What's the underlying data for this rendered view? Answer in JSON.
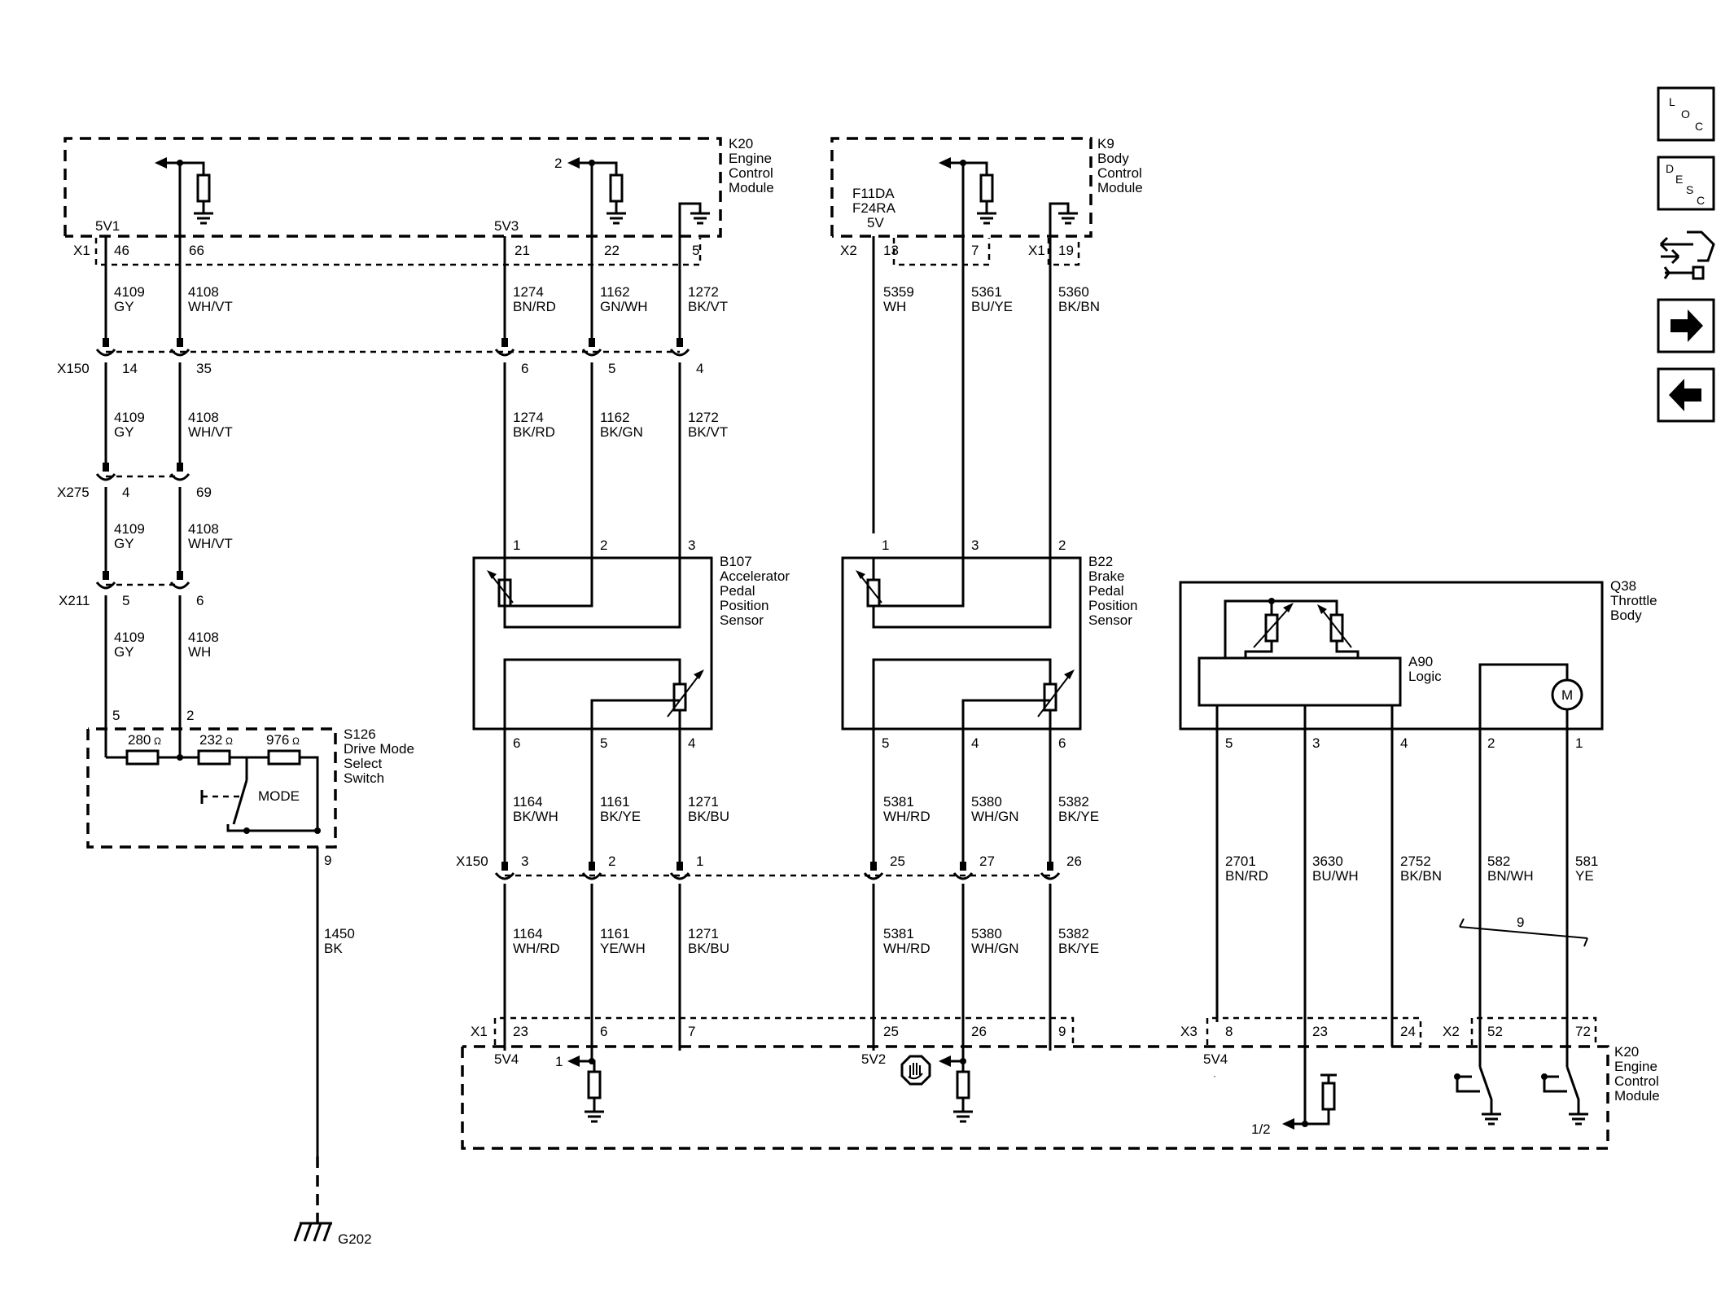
{
  "components": {
    "k20_top": [
      "K20",
      "Engine",
      "Control",
      "Module"
    ],
    "k9": [
      "K9",
      "Body",
      "Control",
      "Module"
    ],
    "b107": [
      "B107",
      "Accelerator",
      "Pedal",
      "Position",
      "Sensor"
    ],
    "b22": [
      "B22",
      "Brake",
      "Pedal",
      "Position",
      "Sensor"
    ],
    "q38": [
      "Q38",
      "Throttle",
      "Body"
    ],
    "a90": [
      "A90",
      "Logic"
    ],
    "s126": [
      "S126",
      "Drive Mode",
      "Select",
      "Switch"
    ],
    "k20_bottom": [
      "K20",
      "Engine",
      "Control",
      "Module"
    ],
    "g202": "G202",
    "k9_supply": [
      "F11DA",
      "F24RA",
      "5V"
    ],
    "mode_label": "MODE",
    "motor_label": "M"
  },
  "connectors": {
    "x1": "X1",
    "x2": "X2",
    "x3": "X3",
    "x150": "X150",
    "x275": "X275",
    "x211": "X211"
  },
  "voltage_refs": {
    "v5v1": "5V1",
    "v5v3": "5V3",
    "v5v4a": "5V4",
    "v5v2": "5V2",
    "v5v4b": "5V4"
  },
  "pins": {
    "k20_x1_46": "46",
    "k20_x1_66": "66",
    "k20_x1_21": "21",
    "k20_x1_22": "22",
    "k20_x1_5": "5",
    "k9_x2_13": "13",
    "k9_x2_7": "7",
    "k9_x1_19": "19",
    "x150_14": "14",
    "x150_35": "35",
    "x150_6": "6",
    "x150_5": "5",
    "x150_4": "4",
    "x275_4": "4",
    "x275_69": "69",
    "x211_5": "5",
    "x211_6": "6",
    "b107_1": "1",
    "b107_2": "2",
    "b107_3": "3",
    "b107_6": "6",
    "b107_5": "5",
    "b107_4": "4",
    "b22_1": "1",
    "b22_3": "3",
    "b22_2": "2",
    "b22_5": "5",
    "b22_4": "4",
    "b22_6": "6",
    "q38_5": "5",
    "q38_3": "3",
    "q38_4": "4",
    "q38_2": "2",
    "q38_1": "1",
    "s126_5": "5",
    "s126_2": "2",
    "s126_9": "9",
    "x150b_3": "3",
    "x150b_2": "2",
    "x150b_1": "1",
    "x150b_25": "25",
    "x150b_27": "27",
    "x150b_26": "26",
    "k20b_23": "23",
    "k20b_6": "6",
    "k20b_7": "7",
    "k20b_25": "25",
    "k20b_26": "26",
    "k20b_9": "9",
    "k20b_8": "8",
    "k20b_23b": "23",
    "k20b_24": "24",
    "k20b_52": "52",
    "k20b_72": "72",
    "ref_2": "2",
    "ref_1": "1",
    "ref_12": "1/2",
    "twist_9": "9"
  },
  "resistors": {
    "r1": "280",
    "r2": "232",
    "r3": "976",
    "unit": "Ω"
  },
  "wires": {
    "w4109a": [
      "4109",
      "GY"
    ],
    "w4108a": [
      "4108",
      "WH/VT"
    ],
    "w1274a": [
      "1274",
      "BN/RD"
    ],
    "w1162a": [
      "1162",
      "GN/WH"
    ],
    "w1272a": [
      "1272",
      "BK/VT"
    ],
    "w5359": [
      "5359",
      "WH"
    ],
    "w5361": [
      "5361",
      "BU/YE"
    ],
    "w5360": [
      "5360",
      "BK/BN"
    ],
    "w4109b": [
      "4109",
      "GY"
    ],
    "w4108b": [
      "4108",
      "WH/VT"
    ],
    "w1274b": [
      "1274",
      "BK/RD"
    ],
    "w1162b": [
      "1162",
      "BK/GN"
    ],
    "w1272b": [
      "1272",
      "BK/VT"
    ],
    "w4109c": [
      "4109",
      "GY"
    ],
    "w4108c": [
      "4108",
      "WH/VT"
    ],
    "w4109d": [
      "4109",
      "GY"
    ],
    "w4108d": [
      "4108",
      "WH"
    ],
    "w1164a": [
      "1164",
      "BK/WH"
    ],
    "w1161a": [
      "1161",
      "BK/YE"
    ],
    "w1271a": [
      "1271",
      "BK/BU"
    ],
    "w5381a": [
      "5381",
      "WH/RD"
    ],
    "w5380a": [
      "5380",
      "WH/GN"
    ],
    "w5382a": [
      "5382",
      "BK/YE"
    ],
    "w1450": [
      "1450",
      "BK"
    ],
    "w2701": [
      "2701",
      "BN/RD"
    ],
    "w3630": [
      "3630",
      "BU/WH"
    ],
    "w2752": [
      "2752",
      "BK/BN"
    ],
    "w582": [
      "582",
      "BN/WH"
    ],
    "w581": [
      "581",
      "YE"
    ],
    "w1164b": [
      "1164",
      "WH/RD"
    ],
    "w1161b": [
      "1161",
      "YE/WH"
    ],
    "w1271b": [
      "1271",
      "BK/BU"
    ],
    "w5381b": [
      "5381",
      "WH/RD"
    ],
    "w5380b": [
      "5380",
      "WH/GN"
    ],
    "w5382b": [
      "5382",
      "BK/YE"
    ]
  },
  "nav": {
    "loc": [
      "L",
      "O",
      "C"
    ],
    "desc": [
      "D",
      "E",
      "S",
      "C"
    ]
  }
}
